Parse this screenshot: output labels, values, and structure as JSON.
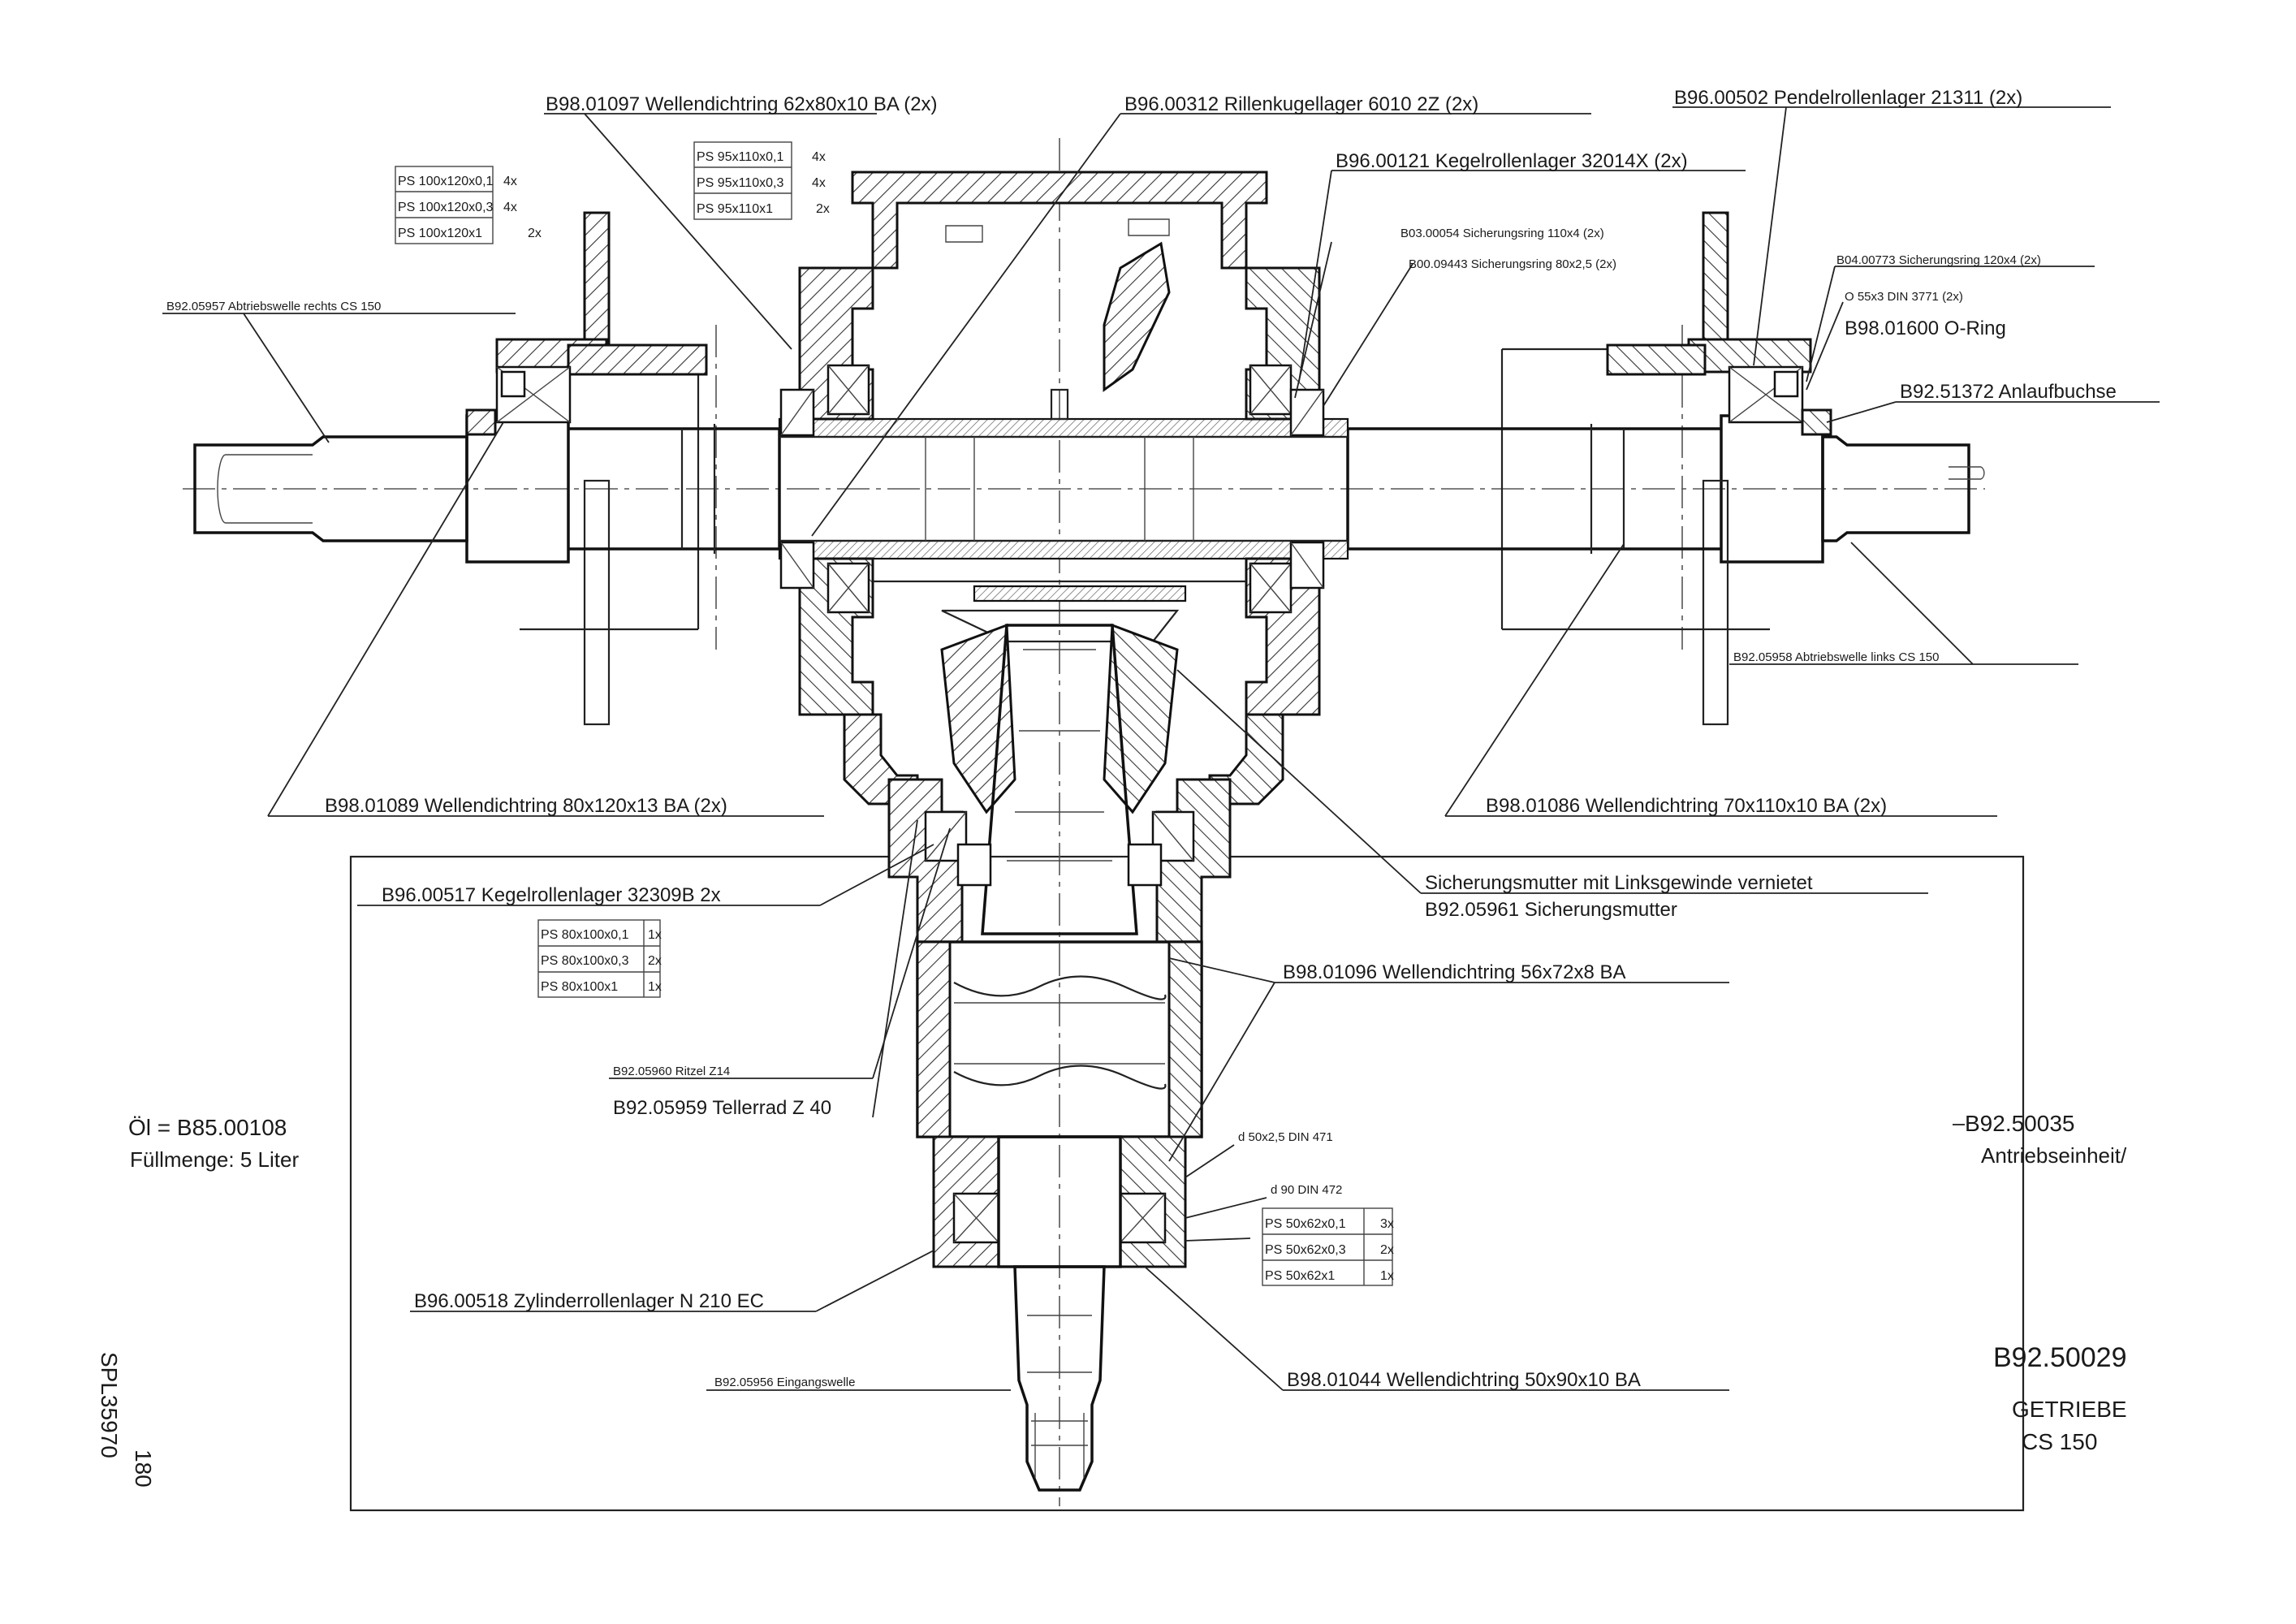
{
  "drawing": {
    "number": "B92.50029",
    "title_line1": "GETRIEBE",
    "title_line2": "CS 150",
    "assembly_number": "B92.50035",
    "assembly_name": "Antriebseinheit/",
    "oil_line": "Öl = B85.00108",
    "fill_line": "Füllmenge: 5 Liter",
    "side_id": "SPL35970",
    "side_page": "180"
  },
  "labels": {
    "seal_62": "B98.01097 Wellendichtring 62x80x10 BA (2x)",
    "bearing_6010": "B96.00312 Rillenkugellager 6010 2Z (2x)",
    "bearing_21311": "B96.00502 Pendelrollenlager 21311 (2x)",
    "bearing_32014": "B96.00121 Kegelrollenlager 32014X (2x)",
    "retaining_ring_1": "B03.00054 Sicherungsring 110x4 (2x)",
    "retaining_ring_2": "B00.09443 Sicherungsring 80x2,5 (2x)",
    "retaining_ring_3": "B04.00773 Sicherungsring 120x4 (2x)",
    "oring_din": "O 55x3 DIN 3771 (2x)",
    "oring": "B98.01600 O-Ring",
    "thrust_bush": "B92.51372 Anlaufbuchse",
    "shaft_right": "B92.05957 Abtriebswelle rechts CS 150",
    "shaft_left": "B92.05958 Abtriebswelle links CS 150",
    "seal_80": "B98.01089 Wellendichtring 80x120x13 BA (2x)",
    "seal_70": "B98.01086 Wellendichtring 70x110x10 BA (2x)",
    "bearing_32309": "B96.00517 Kegelrollenlager 32309B 2x",
    "locknut_title": "Sicherungsmutter mit Linksgewinde vernietet",
    "locknut": "B92.05961 Sicherungsmutter",
    "seal_56": "B98.01096 Wellendichtring 56x72x8 BA",
    "pinion": "B92.05960 Ritzel Z14",
    "crown_wheel": "B92.05959 Tellerrad Z 40",
    "circlip_471": "d 50x2,5 DIN 471",
    "circlip_472": "d 90 DIN 472",
    "bearing_n210": "B96.00518 Zylinderrollenlager N 210 EC",
    "input_shaft": "B92.05956 Eingangswelle",
    "seal_50": "B98.01044 Wellendichtring 50x90x10 BA"
  },
  "shim_tables": {
    "left": [
      {
        "spec": "PS 100x120x0,1",
        "qty": "4x"
      },
      {
        "spec": "PS 100x120x0,3",
        "qty": "4x"
      },
      {
        "spec": "PS 100x120x1",
        "qty": "2x"
      }
    ],
    "center": [
      {
        "spec": "PS 95x110x0,1",
        "qty": "4x"
      },
      {
        "spec": "PS 95x110x0,3",
        "qty": "4x"
      },
      {
        "spec": "PS 95x110x1",
        "qty": "2x"
      }
    ],
    "pinion": [
      {
        "spec": "PS 80x100x0,1",
        "qty": "1x"
      },
      {
        "spec": "PS 80x100x0,3",
        "qty": "2x"
      },
      {
        "spec": "PS 80x100x1",
        "qty": "1x"
      }
    ],
    "input": [
      {
        "spec": "PS 50x62x0,1",
        "qty": "3x"
      },
      {
        "spec": "PS 50x62x0,3",
        "qty": "2x"
      },
      {
        "spec": "PS 50x62x1",
        "qty": "1x"
      }
    ]
  }
}
